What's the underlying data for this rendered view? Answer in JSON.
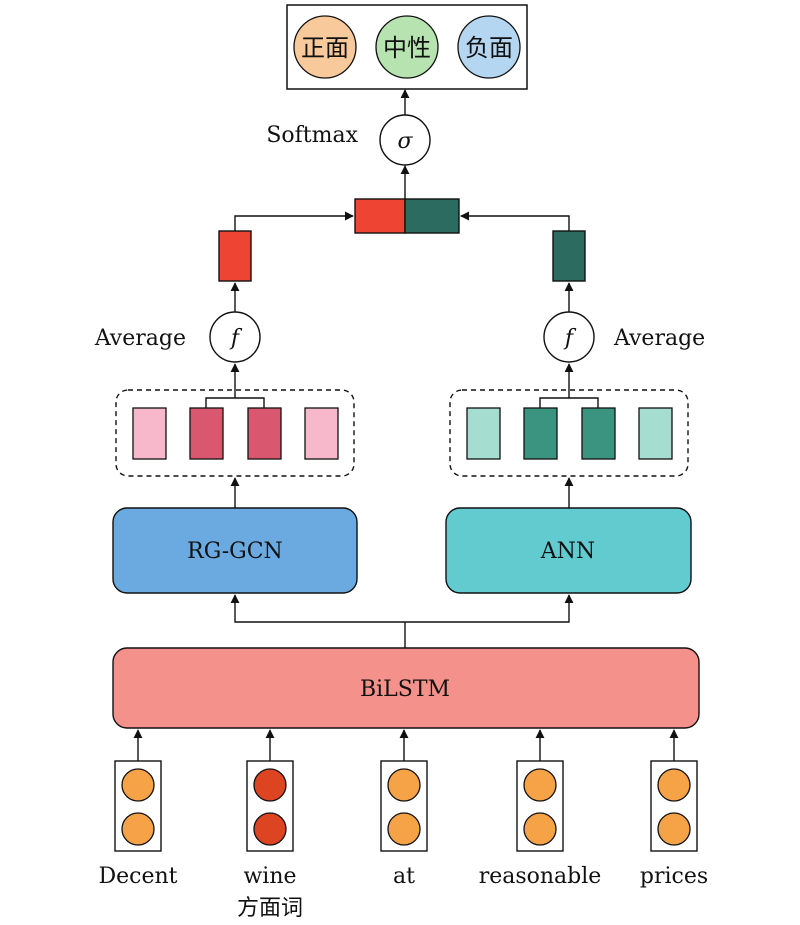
{
  "output": {
    "classes": [
      {
        "label": "正面",
        "color": "#f8c99a"
      },
      {
        "label": "中性",
        "color": "#b6e3b0"
      },
      {
        "label": "负面",
        "color": "#b5d6f0"
      }
    ]
  },
  "softmax": {
    "label": "Softmax",
    "symbol": "σ"
  },
  "left_branch": {
    "pool_label": "Average",
    "pool_symbol": "f",
    "encoder_label": "RG-GCN",
    "encoder_color": "#6aaae0",
    "vector_color": "#ee4433",
    "cells": [
      "#f8b8cc",
      "#d95870",
      "#d95870",
      "#f8b8cc"
    ]
  },
  "right_branch": {
    "pool_label": "Average",
    "pool_symbol": "f",
    "encoder_label": "ANN",
    "encoder_color": "#62cbd0",
    "vector_color": "#2c6b60",
    "cells": [
      "#a5ddd0",
      "#3a9480",
      "#3a9480",
      "#a5ddd0"
    ]
  },
  "bilstm": {
    "label": "BiLSTM",
    "color": "#f4918a"
  },
  "tokens": [
    {
      "word": "Decent",
      "sub": "",
      "color": "#f6a347"
    },
    {
      "word": "wine",
      "sub": "方面词",
      "color": "#dd4422"
    },
    {
      "word": "at",
      "sub": "",
      "color": "#f6a347"
    },
    {
      "word": "reasonable",
      "sub": "",
      "color": "#f6a347"
    },
    {
      "word": "prices",
      "sub": "",
      "color": "#f6a347"
    }
  ]
}
